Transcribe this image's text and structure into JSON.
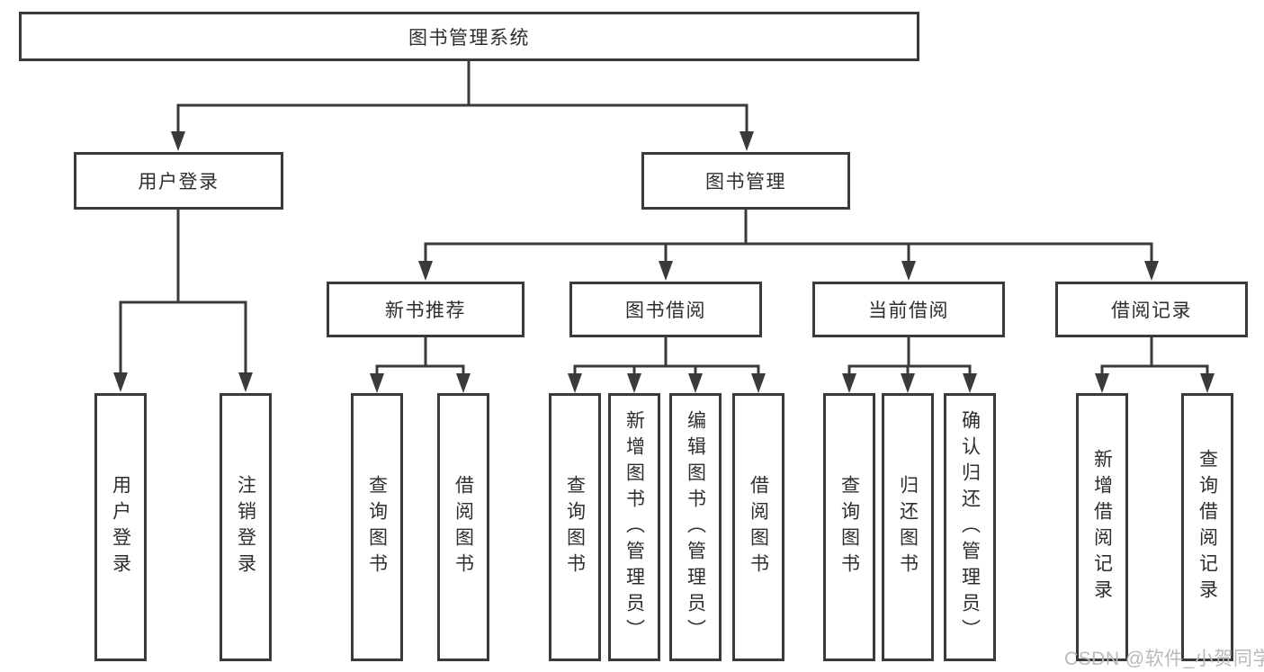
{
  "tree": {
    "root": {
      "label": "图书管理系统",
      "children": [
        {
          "label": "用户登录",
          "children": [
            {
              "label": "用户登录"
            },
            {
              "label": "注销登录"
            }
          ]
        },
        {
          "label": "图书管理",
          "children": [
            {
              "label": "新书推荐",
              "children": [
                {
                  "label": "查询图书"
                },
                {
                  "label": "借阅图书"
                }
              ]
            },
            {
              "label": "图书借阅",
              "children": [
                {
                  "label": "查询图书"
                },
                {
                  "label": "新增图书（管理员）"
                },
                {
                  "label": "编辑图书（管理员）"
                },
                {
                  "label": "借阅图书"
                }
              ]
            },
            {
              "label": "当前借阅",
              "children": [
                {
                  "label": "查询图书"
                },
                {
                  "label": "归还图书"
                },
                {
                  "label": "确认归还（管理员）"
                }
              ]
            },
            {
              "label": "借阅记录",
              "children": [
                {
                  "label": "新增借阅记录"
                },
                {
                  "label": "查询借阅记录"
                }
              ]
            }
          ]
        }
      ]
    }
  },
  "watermark": {
    "text": "CSDN @软件_小贺同学"
  },
  "colors": {
    "line": "#3a3a3a",
    "text": "#2e2e2e",
    "watermark": "#b9b9b9",
    "box_bg": "#ffffff"
  }
}
